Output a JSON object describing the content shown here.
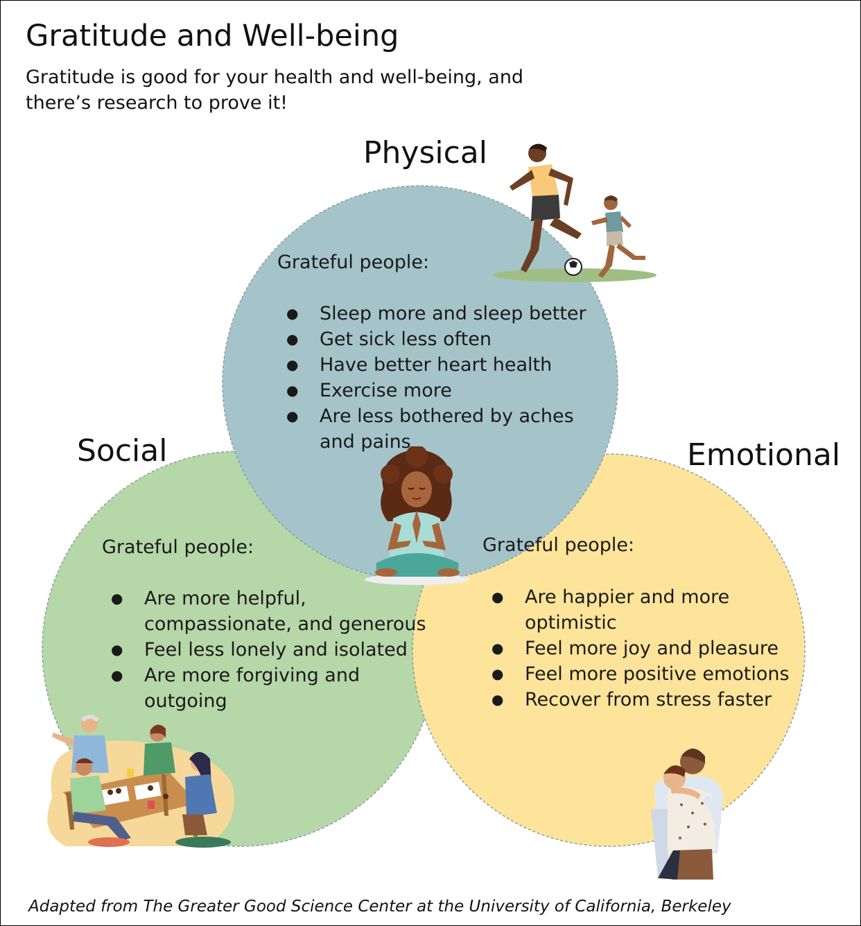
{
  "title": "Gratitude and Well-being",
  "subtitle": "Gratitude is good for your health and well-being, and there’s research to prove it!",
  "colors": {
    "physical_fill": "#a5c4c9",
    "social_fill": "#b6d7a8",
    "emotional_fill": "#fde49a",
    "circle_stroke": "#8a9ea3"
  },
  "sections": {
    "physical": {
      "heading": "Physical",
      "intro": "Grateful people:",
      "items": [
        "Sleep more and sleep better",
        "Get sick less often",
        "Have better heart health",
        "Exercise more",
        "Are less bothered by aches and pains"
      ]
    },
    "social": {
      "heading": "Social",
      "intro": "Grateful people:",
      "items": [
        "Are more helpful, compassionate, and generous",
        "Feel less lonely and isolated",
        "Are more forgiving and outgoing"
      ]
    },
    "emotional": {
      "heading": "Emotional",
      "intro": "Grateful people:",
      "items": [
        "Are happier and more optimistic",
        "Feel more joy and pleasure",
        "Feel more positive emotions",
        "Recover from stress faster"
      ]
    }
  },
  "illustrations": {
    "physical": "running-family-icon",
    "center": "meditating-woman-icon",
    "social": "group-board-game-icon",
    "emotional": "hugging-people-icon"
  },
  "footer": "Adapted from The Greater Good Science Center at the University of California, Berkeley"
}
